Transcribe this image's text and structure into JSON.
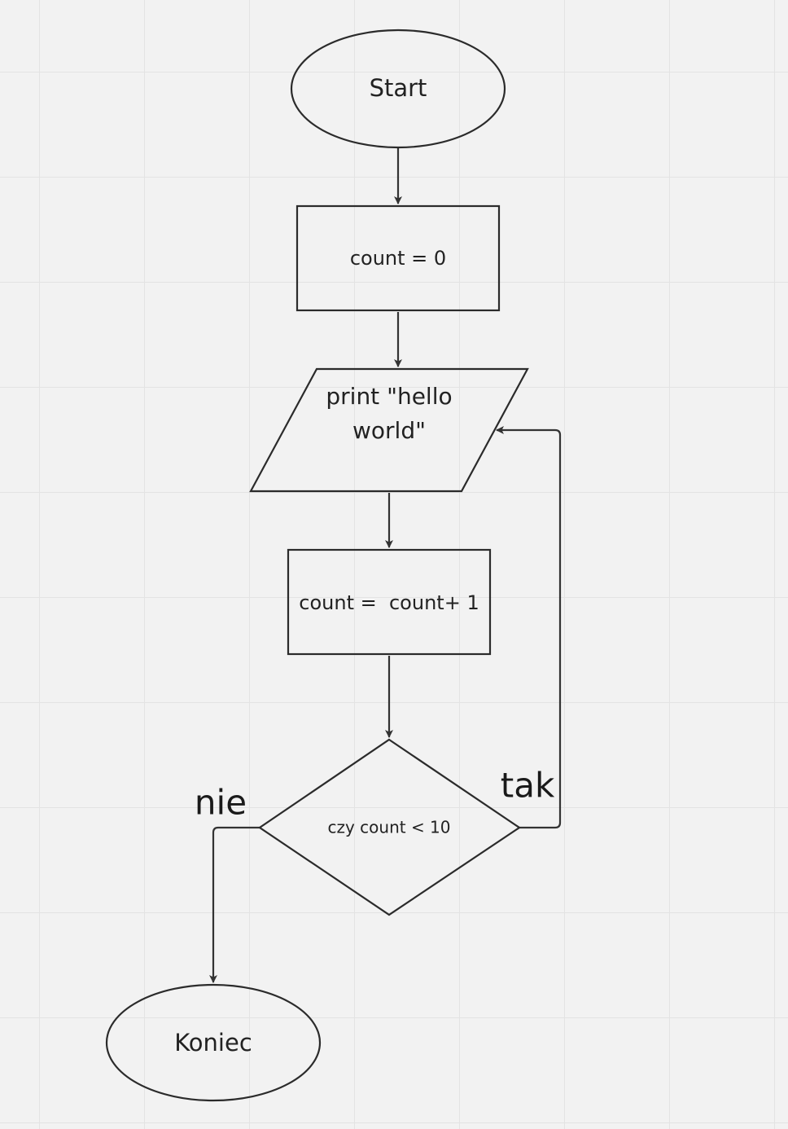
{
  "diagram": {
    "nodes": {
      "start": {
        "shape": "ellipse",
        "label": "Start"
      },
      "init": {
        "shape": "rectangle",
        "label": "count = 0"
      },
      "print": {
        "shape": "parallelogram",
        "lines": [
          "print \"hello",
          "world\""
        ]
      },
      "increment": {
        "shape": "rectangle",
        "label": "count =  count+ 1"
      },
      "decision": {
        "shape": "diamond",
        "label": "czy count < 10"
      },
      "end": {
        "shape": "ellipse",
        "label": "Koniec"
      }
    },
    "branches": {
      "yes": {
        "label": "tak"
      },
      "no": {
        "label": "nie"
      }
    },
    "edges": [
      {
        "from": "start",
        "to": "init"
      },
      {
        "from": "init",
        "to": "print"
      },
      {
        "from": "print",
        "to": "increment"
      },
      {
        "from": "increment",
        "to": "decision"
      },
      {
        "from": "decision",
        "to": "print",
        "branch": "yes"
      },
      {
        "from": "decision",
        "to": "end",
        "branch": "no"
      }
    ]
  }
}
